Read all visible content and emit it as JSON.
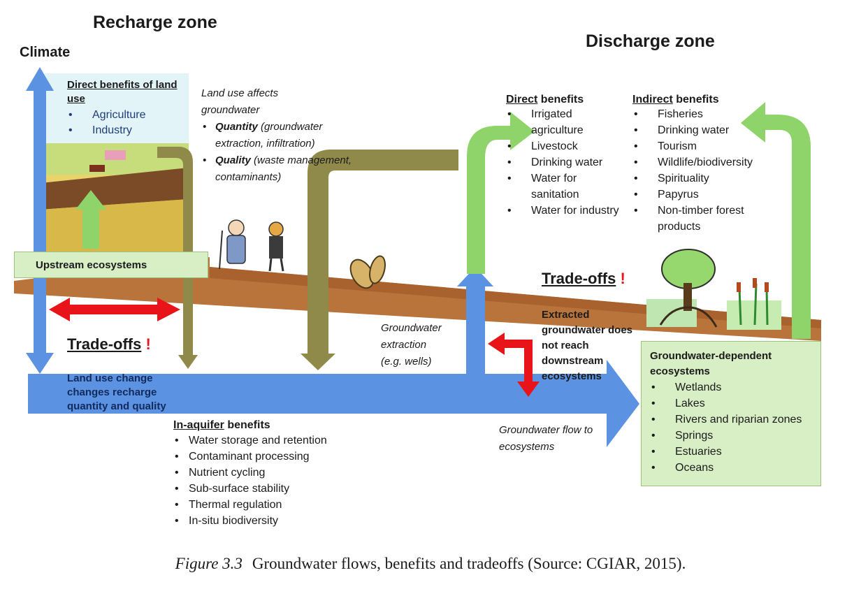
{
  "titles": {
    "recharge_zone": "Recharge zone",
    "climate": "Climate",
    "discharge_zone": "Discharge zone"
  },
  "direct_land_use": {
    "heading": "Direct benefits of land use",
    "items": [
      "Agriculture",
      "Industry"
    ]
  },
  "land_use_affects": {
    "line1": "Land use affects",
    "line2": "groundwater",
    "quantity_label": "Quantity",
    "quantity_text": "(groundwater extraction, infiltration)",
    "quality_label": "Quality",
    "quality_text": "(waste management, contaminants)"
  },
  "upstream_ecosystems": "Upstream ecosystems",
  "tradeoffs_left": {
    "label": "Trade-offs",
    "mark": "!",
    "note": "Land use change changes recharge quantity and quality"
  },
  "in_aquifer": {
    "heading_underlined": "In-aquifer",
    "heading_rest": " benefits",
    "items": [
      "Water storage and retention",
      "Contaminant processing",
      "Nutrient cycling",
      "Sub-surface stability",
      "Thermal regulation",
      "In-situ biodiversity"
    ]
  },
  "extraction": {
    "line1": "Groundwater",
    "line2": "extraction",
    "line3": "(e.g. wells)"
  },
  "flow_to_ecosystems": {
    "line1": "Groundwater flow to",
    "line2": "ecosystems"
  },
  "direct_benefits": {
    "heading_underlined": "Direct",
    "heading_rest": " benefits",
    "items": [
      "Irrigated agriculture",
      "Livestock",
      "Drinking water",
      "Water for sanitation",
      "Water for industry"
    ]
  },
  "indirect_benefits": {
    "heading_underlined": "Indirect",
    "heading_rest": " benefits",
    "items": [
      "Fisheries",
      "Drinking water",
      "Tourism",
      "Wildlife/biodiversity",
      "Spirituality",
      "Papyrus",
      "Non-timber forest products"
    ]
  },
  "tradeoffs_right": {
    "label": "Trade-offs",
    "mark": "!",
    "note": "Extracted groundwater does not reach downstream ecosystems"
  },
  "gde": {
    "heading": "Groundwater-dependent ecosystems",
    "items": [
      "Wetlands",
      "Lakes",
      "Rivers and riparian zones",
      "Springs",
      "Estuaries",
      "Oceans"
    ]
  },
  "caption": {
    "figure_label": "Figure 3.3",
    "text": "Groundwater flows, benefits and tradeoffs (Source: CGIAR, 2015)."
  },
  "colors": {
    "blue_arrow": "#5b93e2",
    "green_arrow": "#8fd36b",
    "olive_arrow": "#8f8a4a",
    "red_arrow": "#e8141a",
    "soil": "#b9743c",
    "light_green_box": "#d8efc5",
    "light_blue_box": "#dff3f7"
  }
}
